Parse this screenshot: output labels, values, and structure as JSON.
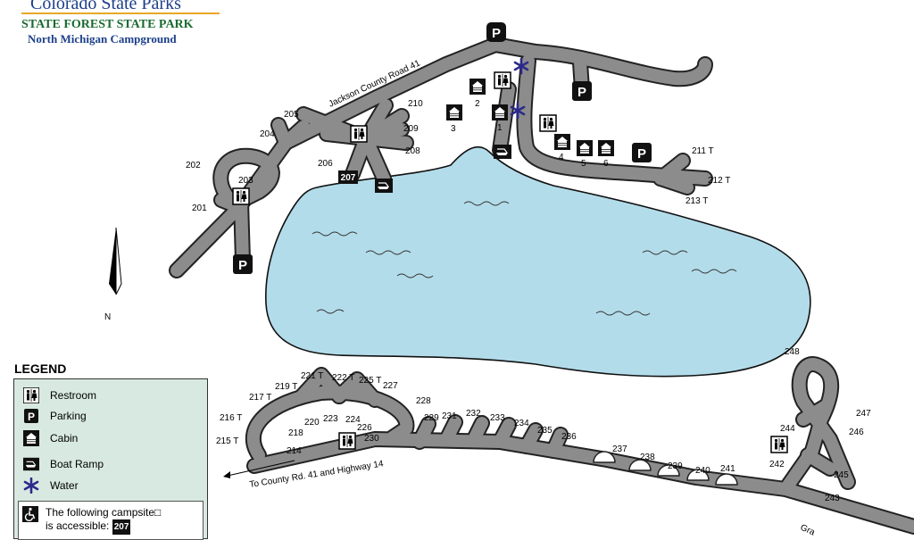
{
  "header": {
    "brand": "Colorado State Parks",
    "park_name": "STATE FOREST STATE PARK",
    "campground": "North Michigan Campground"
  },
  "legend": {
    "title": "LEGEND",
    "items": [
      {
        "icon": "restroom-icon",
        "label": "Restroom"
      },
      {
        "icon": "parking-icon",
        "label": "Parking"
      },
      {
        "icon": "cabin-icon",
        "label": "Cabin"
      },
      {
        "icon": "boat-ramp-icon",
        "label": "Boat Ramp"
      },
      {
        "icon": "water-icon",
        "label": "Water"
      }
    ],
    "accessible_text_1": "The following campsite□",
    "accessible_text_2": "is accessible:",
    "accessible_site": "207"
  },
  "map": {
    "road_label": "Jackson County Road 41",
    "exit_label": "To County Rd. 41 and Highway 14",
    "partial_road_label": "Gra",
    "north_label": "N",
    "parking_symbol": "P",
    "campsite_207": "207",
    "cabin_labels": [
      "1",
      "2",
      "3",
      "4",
      "5",
      "6"
    ],
    "sites_north": [
      "201",
      "202",
      "203",
      "204",
      "205",
      "206",
      "208",
      "209",
      "210",
      "211 T",
      "212 T",
      "213 T"
    ],
    "sites_south": [
      "214",
      "215 T",
      "216 T",
      "217 T",
      "218",
      "219 T",
      "220",
      "221 T",
      "222 T",
      "223",
      "224",
      "225 T",
      "226",
      "227",
      "228",
      "229",
      "230",
      "231",
      "232",
      "233",
      "234",
      "235",
      "236",
      "237",
      "238",
      "239",
      "240",
      "241",
      "242",
      "243",
      "244",
      "245",
      "246",
      "247",
      "248"
    ]
  },
  "colors": {
    "road": "#8c8c8c",
    "road_outline": "#222222",
    "lake": "#b3dcea",
    "legend_bg": "#d8e9e1",
    "water_star": "#2c2a8a",
    "brand_blue": "#1d3f8a",
    "park_green": "#1a6b30"
  }
}
